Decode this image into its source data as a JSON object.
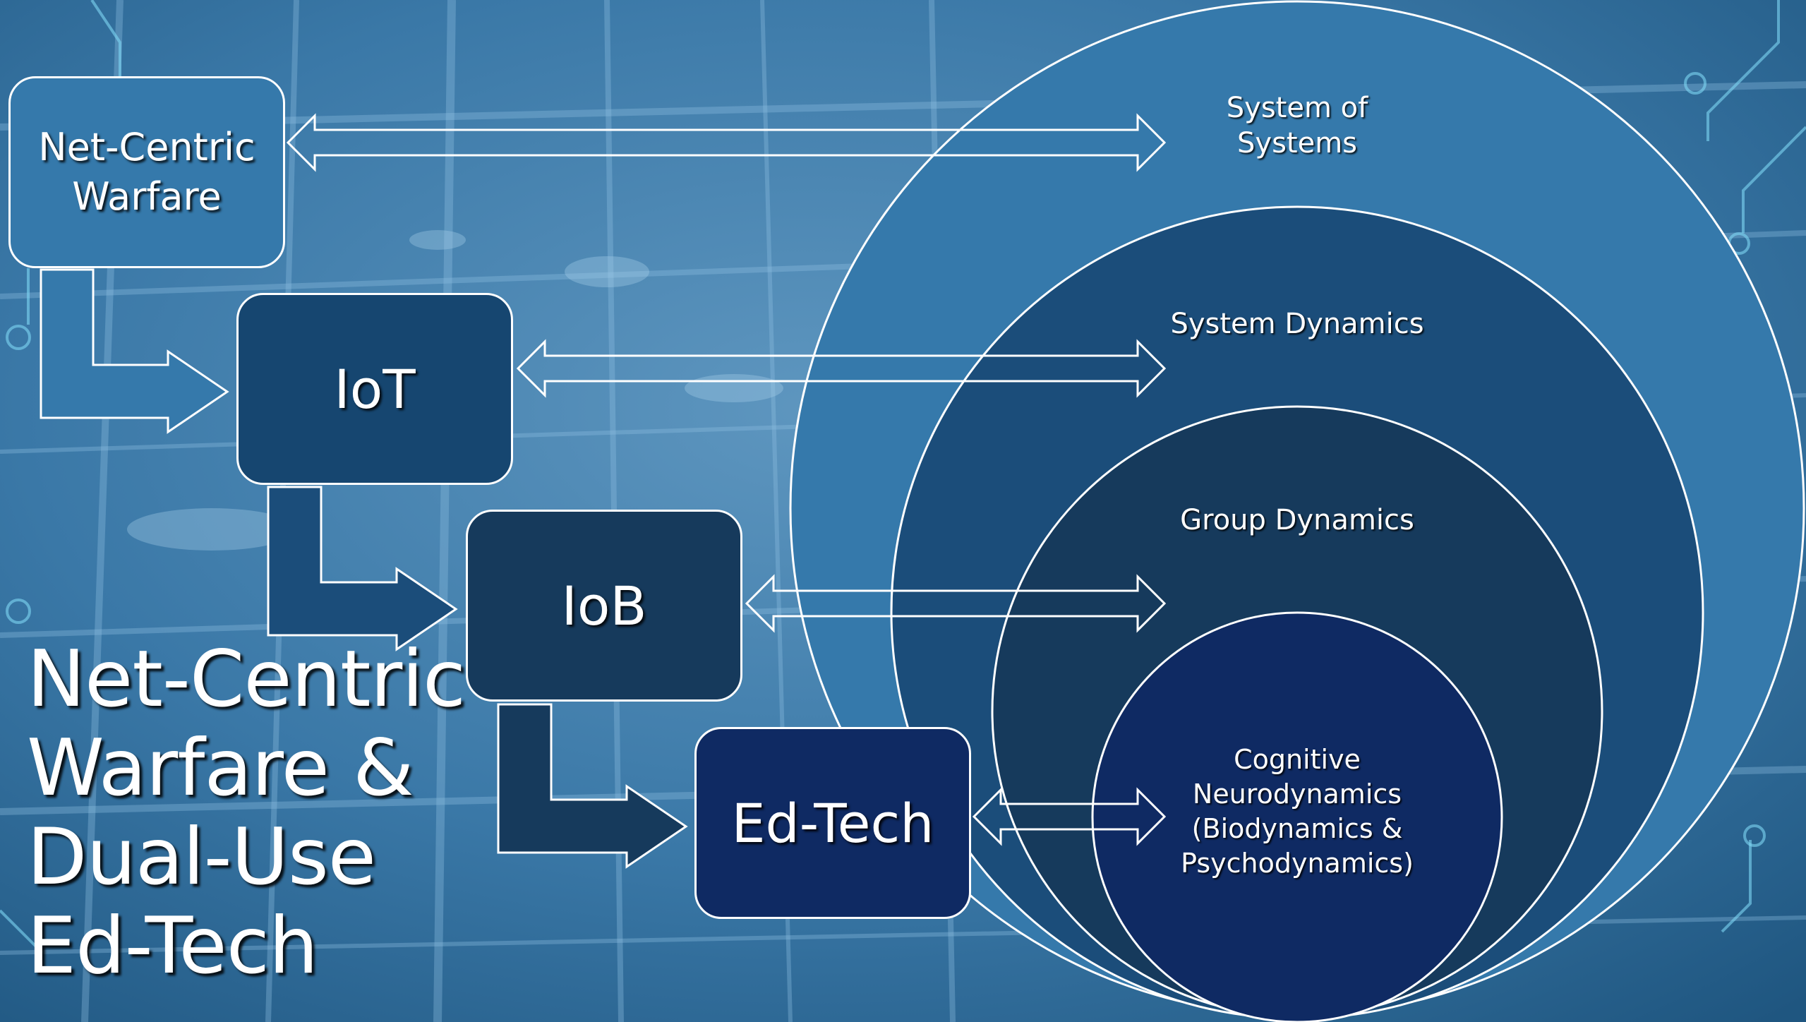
{
  "title": {
    "lines": [
      "Net-Centric",
      "Warfare &",
      "Dual-Use",
      "Ed-Tech"
    ]
  },
  "boxes": {
    "netcentric": {
      "lines": [
        "Net-Centric",
        "Warfare"
      ]
    },
    "iot": {
      "label": "IoT"
    },
    "iob": {
      "label": "IoB"
    },
    "edtech": {
      "label": "Ed-Tech"
    }
  },
  "circles": {
    "system_of_systems": {
      "lines": [
        "System of",
        "Systems"
      ]
    },
    "system_dynamics": {
      "label": "System Dynamics"
    },
    "group_dynamics": {
      "label": "Group Dynamics"
    },
    "cognitive": {
      "lines": [
        "Cognitive",
        "Neurodynamics",
        "(Biodynamics &",
        "Psychodynamics)"
      ]
    }
  },
  "colors": {
    "background": "#2f6c9a",
    "circle_outer": "#3579ab",
    "circle_system_dynamics": "#1b4d7a",
    "circle_group_dynamics": "#163a5c",
    "circle_cognitive": "#0f2a63",
    "box_netcentric": "#3579ab",
    "box_iot": "#164670",
    "box_iob": "#163a5c",
    "box_edtech": "#0f2a63"
  }
}
